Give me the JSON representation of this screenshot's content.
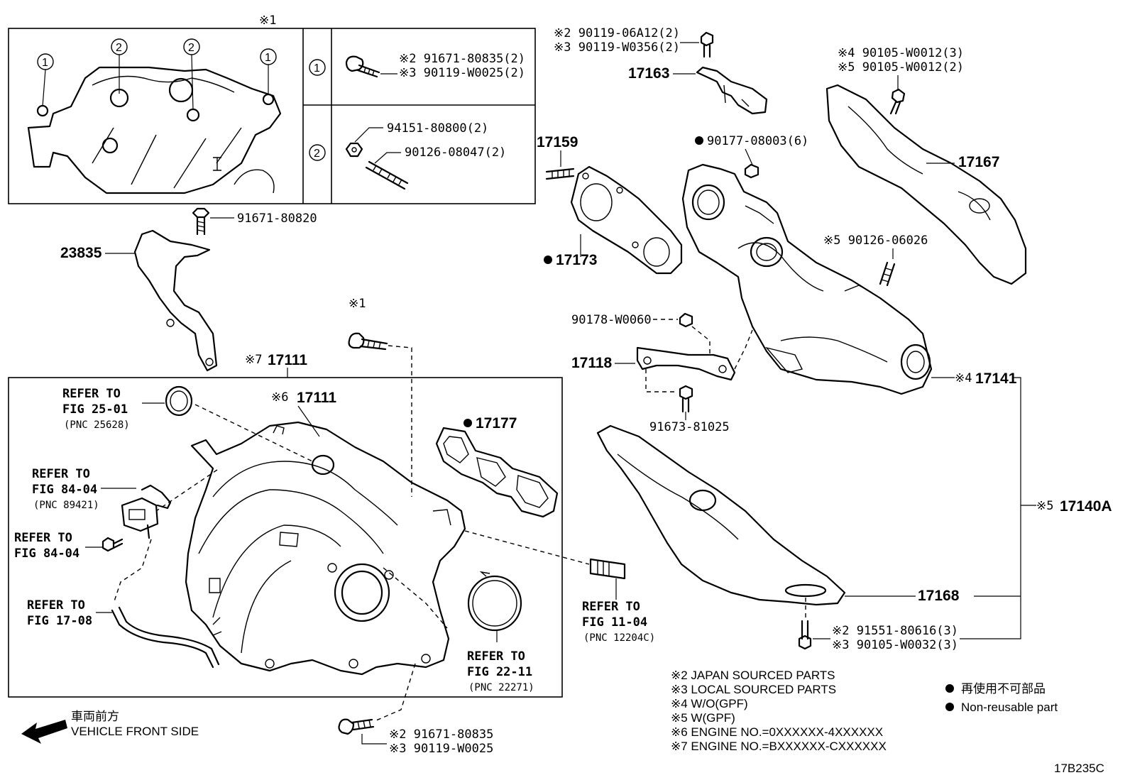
{
  "top_marker": "※1",
  "inset": {
    "circle_1": "1",
    "circle_2": "2",
    "row1": {
      "line1": "※2 91671-80835(2)",
      "line2": "※3 90119-W0025(2)"
    },
    "row2": {
      "line1": "94151-80800(2)",
      "line2": "90126-08047(2)"
    }
  },
  "labels": {
    "p23835": "23835",
    "p91671_80820": "91671-80820",
    "m1_bolt": "※1",
    "p17111_7_mark": "※7",
    "p17111_7": "17111",
    "p17111_6_mark": "※6",
    "p17111_6": "17111",
    "p17177": "17177",
    "ref1": [
      "REFER TO",
      "FIG 25-01",
      "(PNC 25628)"
    ],
    "ref2": [
      "REFER TO",
      "FIG 84-04",
      "(PNC 89421)"
    ],
    "ref3": [
      "REFER TO",
      "FIG 84-04"
    ],
    "ref4": [
      "REFER TO",
      "FIG 17-08"
    ],
    "ref5": [
      "REFER TO",
      "FIG 22-11",
      "(PNC 22271)"
    ],
    "ref6": [
      "REFER TO",
      "FIG 11-04",
      "(PNC 12204C)"
    ],
    "bottom_bolt": [
      "※2 91671-80835",
      "※3 90119-W0025"
    ],
    "top_bolt": [
      "※2 90119-06A12(2)",
      "※3 90119-W0356(2)"
    ],
    "p17163": "17163",
    "p17159": "17159",
    "p17173": "17173",
    "p90177": "90177-08003(6)",
    "p90105": [
      "※4 90105-W0012(3)",
      "※5 90105-W0012(2)"
    ],
    "p17167": "17167",
    "p90126": "※5 90126-06026",
    "p90178": "90178-W0060",
    "p17118": "17118",
    "p91673": "91673-81025",
    "p17141_mark": "※4",
    "p17141": "17141",
    "p17140A_mark": "※5",
    "p17140A": "17140A",
    "p17168": "17168",
    "p91551": [
      "※2 91551-80616(3)",
      "※3 90105-W0032(3)"
    ]
  },
  "notes": [
    "※2  JAPAN SOURCED PARTS",
    "※3  LOCAL SOURCED PARTS",
    "※4  W/O(GPF)",
    "※5  W(GPF)",
    "※6 ENGINE NO.=0XXXXXX-4XXXXXX",
    "※7 ENGINE NO.=BXXXXXX-CXXXXXX"
  ],
  "legend": {
    "jp": "再使用不可部品",
    "en": "Non-reusable part"
  },
  "front": {
    "jp": "車両前方",
    "en": "VEHICLE FRONT SIDE"
  },
  "figure_code": "17B235C"
}
